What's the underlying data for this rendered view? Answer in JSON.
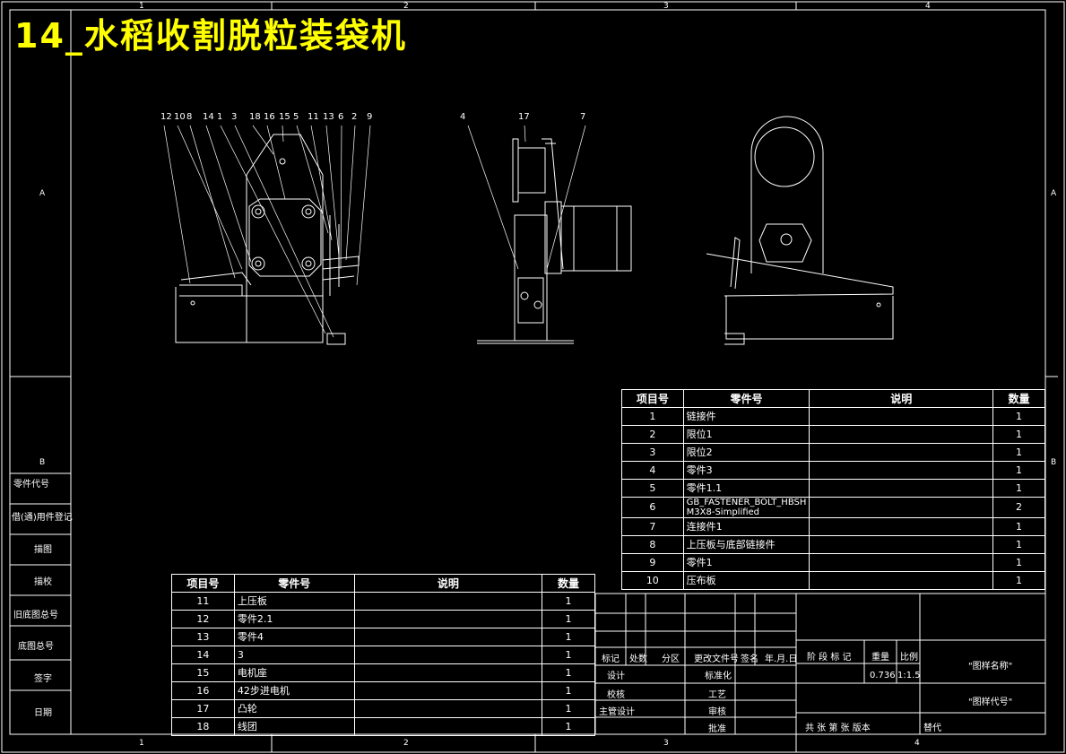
{
  "drawing": {
    "title_overlay": "14_水稻收割脱粒装袋机",
    "zone_numbers": [
      "1",
      "2",
      "3",
      "4"
    ],
    "zone_letters": [
      "A",
      "B"
    ]
  },
  "left_strip": {
    "labels": [
      "零件代号",
      "借(通)用件登记",
      "描图",
      "描校",
      "旧底图总号",
      "底图总号",
      "签字",
      "日期"
    ]
  },
  "callouts": {
    "front_view": [
      "12",
      "10",
      "8",
      "14",
      "1",
      "3",
      "18",
      "16",
      "15",
      "5",
      "11",
      "13",
      "6",
      "2",
      "9"
    ],
    "side_view": [
      "4",
      "17",
      "7"
    ]
  },
  "bom_right": {
    "headers": [
      "项目号",
      "零件号",
      "说明",
      "数量"
    ],
    "rows": [
      {
        "no": "1",
        "part": "链接件",
        "desc": "",
        "qty": "1"
      },
      {
        "no": "2",
        "part": "限位1",
        "desc": "",
        "qty": "1"
      },
      {
        "no": "3",
        "part": "限位2",
        "desc": "",
        "qty": "1"
      },
      {
        "no": "4",
        "part": "零件3",
        "desc": "",
        "qty": "1"
      },
      {
        "no": "5",
        "part": "零件1.1",
        "desc": "",
        "qty": "1"
      },
      {
        "no": "6",
        "part": "GB_FASTENER_BOLT_HBSH M3X8-Simplified",
        "desc": "",
        "qty": "2"
      },
      {
        "no": "7",
        "part": "连接件1",
        "desc": "",
        "qty": "1"
      },
      {
        "no": "8",
        "part": "上压板与底部链接件",
        "desc": "",
        "qty": "1"
      },
      {
        "no": "9",
        "part": "零件1",
        "desc": "",
        "qty": "1"
      },
      {
        "no": "10",
        "part": "压布板",
        "desc": "",
        "qty": "1"
      }
    ]
  },
  "bom_left": {
    "headers": [
      "项目号",
      "零件号",
      "说明",
      "数量"
    ],
    "rows": [
      {
        "no": "11",
        "part": "上压板",
        "desc": "",
        "qty": "1"
      },
      {
        "no": "12",
        "part": "零件2.1",
        "desc": "",
        "qty": "1"
      },
      {
        "no": "13",
        "part": "零件4",
        "desc": "",
        "qty": "1"
      },
      {
        "no": "14",
        "part": "3",
        "desc": "",
        "qty": "1"
      },
      {
        "no": "15",
        "part": "电机座",
        "desc": "",
        "qty": "1"
      },
      {
        "no": "16",
        "part": "42步进电机",
        "desc": "",
        "qty": "1"
      },
      {
        "no": "17",
        "part": "凸轮",
        "desc": "",
        "qty": "1"
      },
      {
        "no": "18",
        "part": "线团",
        "desc": "",
        "qty": "1"
      }
    ]
  },
  "title_block": {
    "rev_headers": [
      "标记",
      "处数",
      "分区",
      "更改文件号",
      "签名",
      "年.月.日"
    ],
    "design": "设计",
    "standard": "标准化",
    "check": "校核",
    "process": "工艺",
    "chief": "主管设计",
    "review": "审核",
    "approve": "批准",
    "stage_label": "阶 段 标 记",
    "weight_label": "重量",
    "scale_label": "比例",
    "weight": "0.736",
    "scale": "1:1.5",
    "drawing_name": "\"图样名称\"",
    "drawing_code": "\"图样代号\"",
    "sheets": "共 张 第 张 版本",
    "replace": "替代"
  },
  "colors": {
    "background": "#000000",
    "lines": "#ffffff",
    "title": "#ffff00"
  }
}
